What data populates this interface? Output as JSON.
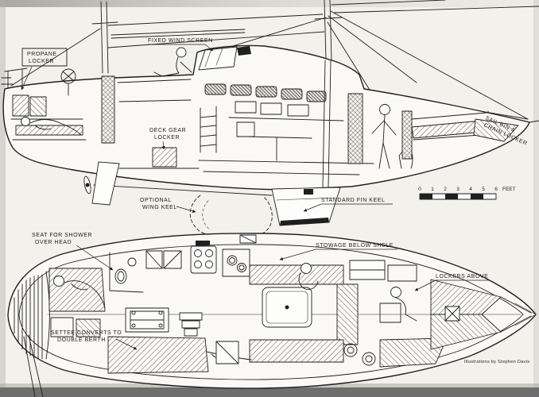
{
  "illustration": {
    "subject": "sailboat cutaway side elevation and interior plan view",
    "credit": "Illustrations by Stephen Davis"
  },
  "side_view": {
    "labels": {
      "propane_locker": [
        "PROPANE",
        "LOCKER"
      ],
      "fixed_wind_screen": [
        "FIXED WIND SCREEN"
      ],
      "deck_gear_locker": [
        "DECK GEAR",
        "LOCKER"
      ],
      "sail_bin_chain_locker": [
        "SAIL BIN &",
        "CHAIN LOCKER"
      ],
      "optional_wing_keel": [
        "OPTIONAL",
        "WING KEEL"
      ],
      "standard_fin_keel": [
        "STANDARD FIN KEEL"
      ]
    },
    "scale_bar": {
      "ticks": [
        "0",
        "1",
        "2",
        "3",
        "4",
        "5",
        "6"
      ],
      "unit": "FEET"
    }
  },
  "plan_view": {
    "labels": {
      "stowage_below_shelf": [
        "STOWAGE BELOW SHELF"
      ],
      "seat_for_shower": [
        "SEAT FOR SHOWER",
        "OVER HEAD"
      ],
      "lockers_above": [
        "LOCKERS ABOVE"
      ],
      "settee_converts": [
        "SETTEE CONVERTS TO",
        "DOUBLE BERTH"
      ]
    }
  },
  "colors": {
    "ink": "#1f1f1f",
    "paper": "#f3f1ec",
    "photo_edge_dark": "#6e6e6e"
  }
}
